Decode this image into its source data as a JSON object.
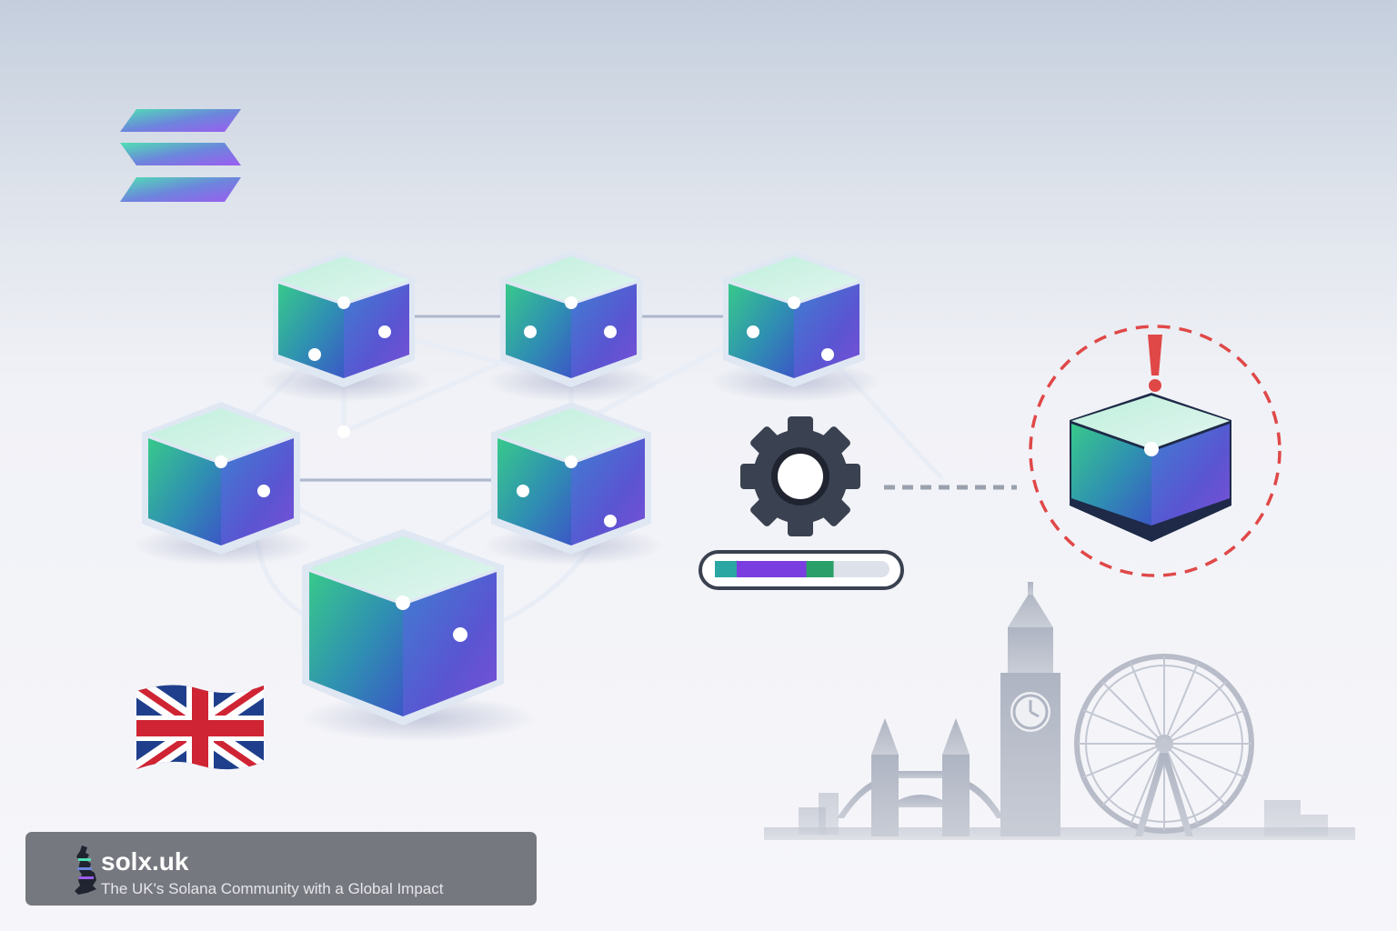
{
  "brand": {
    "name": "solx.uk",
    "tagline": "The UK's Solana Community with a Global Impact"
  },
  "icons": [
    "solana-logo-icon",
    "blockchain-node-cube-icon",
    "gear-icon",
    "progress-bar",
    "alert-exclamation-icon",
    "union-jack-flag-icon",
    "london-skyline-icon"
  ],
  "colors": {
    "cube_green": "#35c98f",
    "cube_blue": "#3d73c9",
    "cube_purple": "#7a4fd6",
    "cube_top": "#c8f0e0",
    "alert_red": "#e04848",
    "gear": "#3a4150",
    "skyline": "#b7bcc8"
  },
  "progress": {
    "value": 0.68
  }
}
